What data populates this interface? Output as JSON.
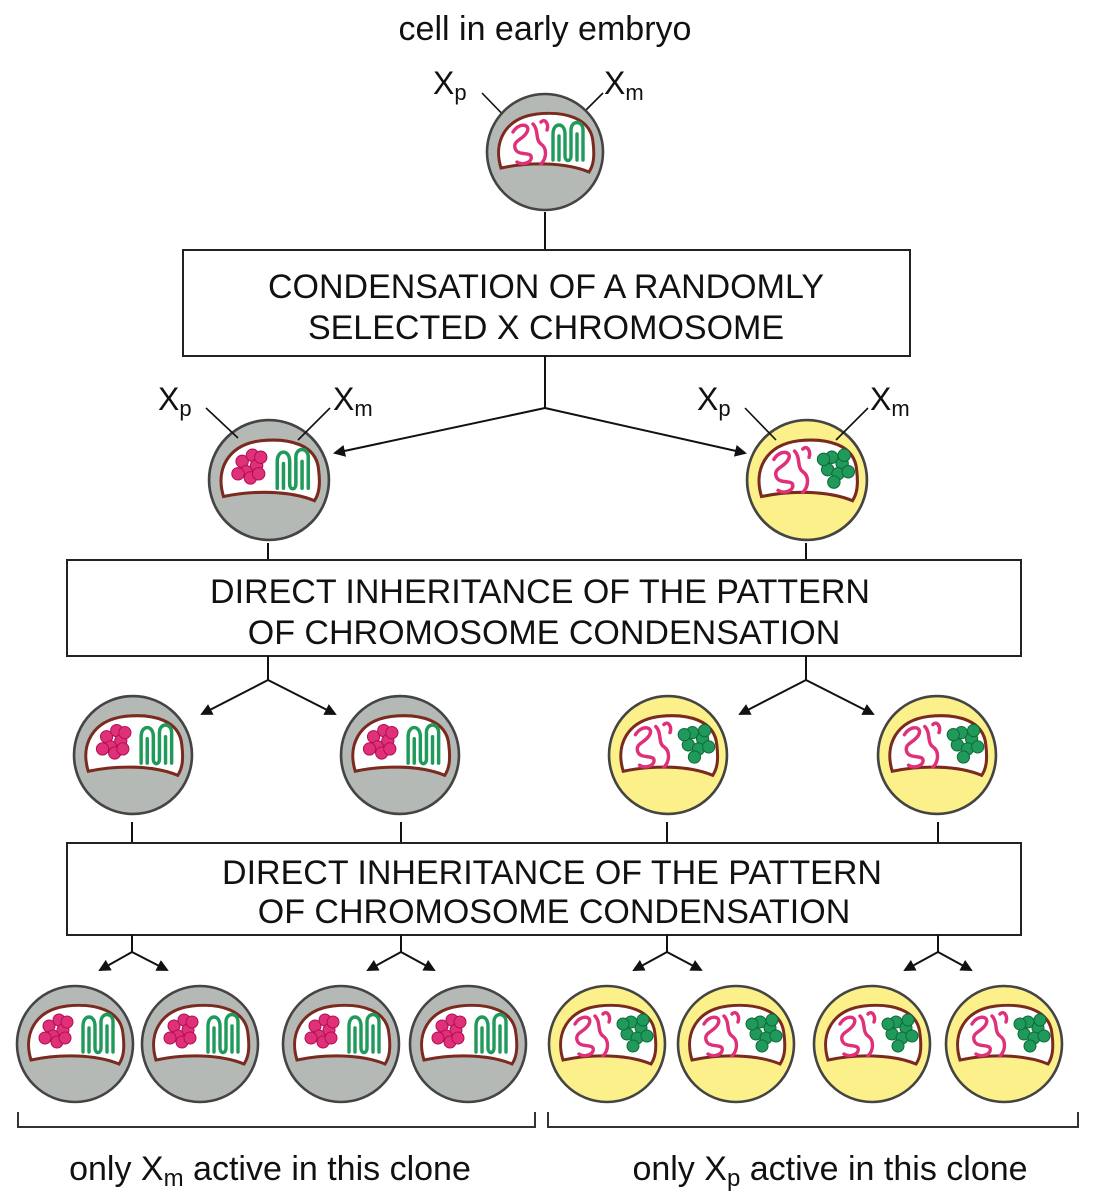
{
  "title": "cell in early embryo",
  "box1": {
    "line1": "CONDENSATION OF A RANDOMLY",
    "line2": "SELECTED X CHROMOSOME"
  },
  "box2": {
    "line1": "DIRECT INHERITANCE OF THE PATTERN",
    "line2": "OF CHROMOSOME CONDENSATION"
  },
  "box3": {
    "line1": "DIRECT INHERITANCE OF THE PATTERN",
    "line2": "OF CHROMOSOME CONDENSATION"
  },
  "labels": {
    "xp": "X",
    "xp_sub": "p",
    "xm": "X",
    "xm_sub": "m"
  },
  "bottom": {
    "left": {
      "pre": "only X",
      "sub": "m",
      "post": " active in this clone"
    },
    "right": {
      "pre": "only X",
      "sub": "p",
      "post": " active in this clone"
    }
  },
  "colors": {
    "gray_cell": "#b5b9b5",
    "yellow_cell": "#fbf08a",
    "paternal_chromosome": "#e0307a",
    "maternal_chromosome": "#1f9a5a",
    "nucleus_border": "#7a2a1e"
  }
}
